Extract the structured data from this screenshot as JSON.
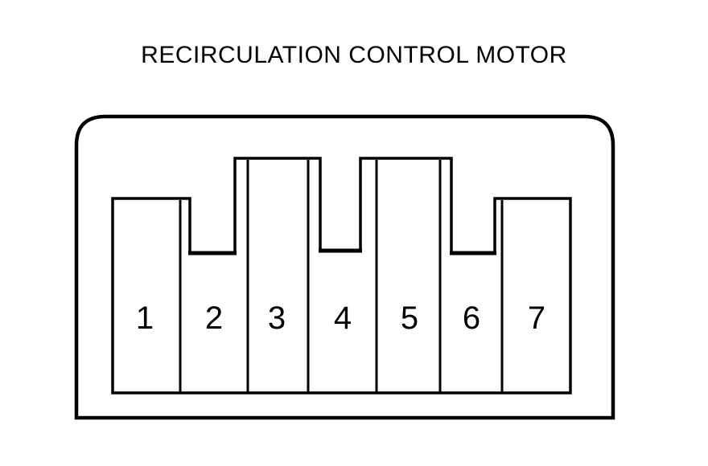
{
  "title": "RECIRCULATION CONTROL MOTOR",
  "diagram": {
    "type": "connector-pinout",
    "pin_labels": [
      "1",
      "2",
      "3",
      "4",
      "5",
      "6",
      "7"
    ]
  },
  "colors": {
    "line": "#000000",
    "background": "#ffffff"
  }
}
